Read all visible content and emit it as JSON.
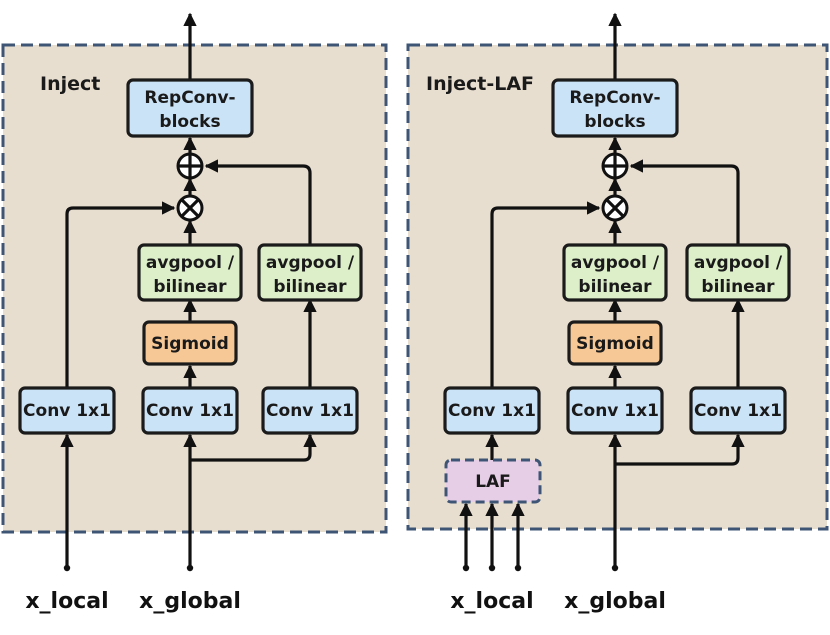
{
  "left_panel": {
    "title": "Inject",
    "repconv": [
      "RepConv-",
      "blocks"
    ],
    "pool_a": [
      "avgpool /",
      "bilinear"
    ],
    "pool_b": [
      "avgpool /",
      "bilinear"
    ],
    "sigmoid": "Sigmoid",
    "conv_a": "Conv 1x1",
    "conv_b": "Conv 1x1",
    "conv_c": "Conv 1x1",
    "input_local": "x_local",
    "input_global": "x_global"
  },
  "right_panel": {
    "title": "Inject-LAF",
    "repconv": [
      "RepConv-",
      "blocks"
    ],
    "pool_a": [
      "avgpool /",
      "bilinear"
    ],
    "pool_b": [
      "avgpool /",
      "bilinear"
    ],
    "sigmoid": "Sigmoid",
    "conv_a": "Conv 1x1",
    "conv_b": "Conv 1x1",
    "conv_c": "Conv 1x1",
    "laf": "LAF",
    "input_local": "x_local",
    "input_global": "x_global"
  },
  "colors": {
    "panel_fill": "#e8ded0",
    "panel_border": "#3e5575",
    "conv_fill": "#cbe3f7",
    "pool_fill": "#dcefc9",
    "sigmoid_fill": "#f6c896",
    "laf_fill": "#e6cfe6"
  }
}
